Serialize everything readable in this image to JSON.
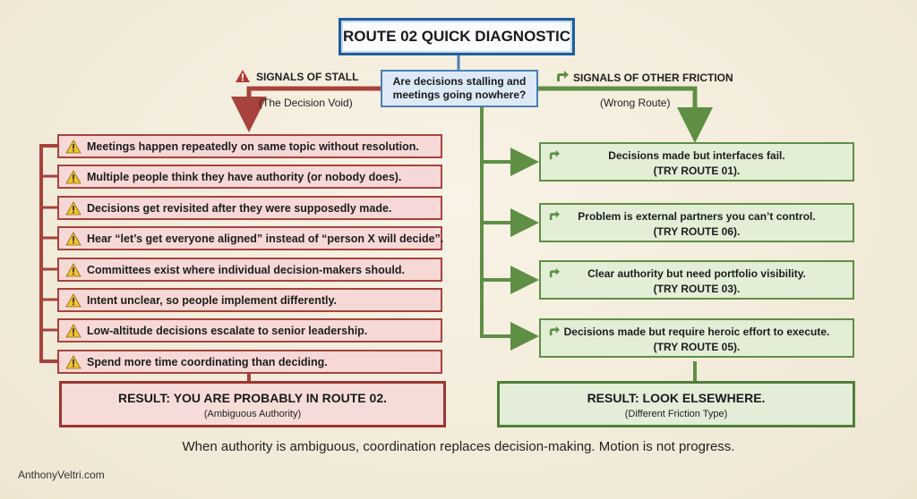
{
  "title": "ROUTE 02 QUICK DIAGNOSTIC",
  "question": {
    "line1": "Are decisions stalling and",
    "line2": "meetings going nowhere?"
  },
  "left": {
    "label": "SIGNALS OF STALL",
    "sub": "(The Decision Void)",
    "icon": "warning-icon",
    "items": [
      "Meetings happen repeatedly on same topic without resolution.",
      "Multiple people think they have authority (or nobody does).",
      "Decisions get revisited after they were supposedly made.",
      "Hear “let’s get everyone aligned” instead of “person X will decide”.",
      "Committees exist where individual decision-makers should.",
      "Intent unclear, so people implement differently.",
      "Low-altitude decisions escalate to senior leadership.",
      "Spend more time coordinating than deciding."
    ],
    "result_title": "RESULT: YOU ARE PROBABLY IN ROUTE 02.",
    "result_sub": "(Ambiguous Authority)"
  },
  "right": {
    "label": "SIGNALS OF OTHER FRICTION",
    "sub": "(Wrong Route)",
    "icon": "redirect-arrow-icon",
    "items": [
      {
        "line1": "Decisions made but interfaces fail.",
        "line2": "(TRY ROUTE 01)."
      },
      {
        "line1": "Problem is external partners you can’t control.",
        "line2": "(TRY ROUTE 06)."
      },
      {
        "line1": "Clear authority but need portfolio visibility.",
        "line2": "(TRY ROUTE 03)."
      },
      {
        "line1": "Decisions made but require heroic effort to execute.",
        "line2": "(TRY ROUTE 05)."
      }
    ],
    "result_title": "RESULT: LOOK ELSEWHERE.",
    "result_sub": "(Different Friction Type)"
  },
  "footer": "When authority is ambiguous, coordination replaces decision-making. Motion is not progress.",
  "brand": "AnthonyVeltri.com",
  "colors": {
    "blue": "#1f5f9e",
    "red": "#a8423c",
    "green": "#5e8f45",
    "warning_yellow": "#f2c230"
  }
}
